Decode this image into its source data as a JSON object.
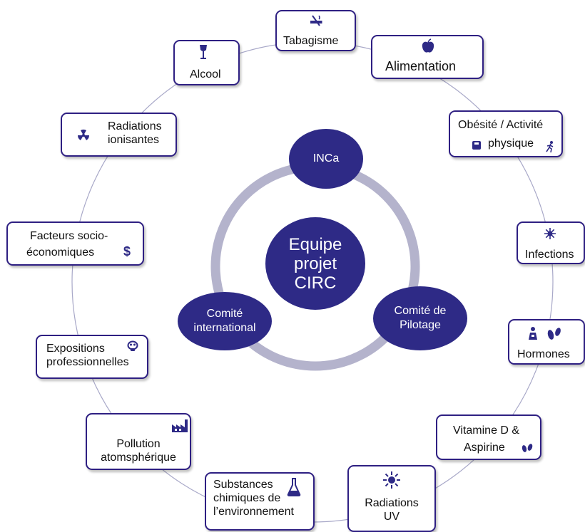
{
  "center": {
    "core": "Equipe\nprojet\nCIRC",
    "partners": {
      "inca": "INCa",
      "pilotage": "Comité de\nPilotage",
      "international": "Comité\ninternational"
    }
  },
  "factors": {
    "tabagisme": "Tabagisme",
    "alimentation": "Alimentation",
    "obesite_l1": "Obésité / Activité",
    "obesite_l2": "physique",
    "infections": "Infections",
    "hormones": "Hormones",
    "vitamine_l1": "Vitamine D &",
    "vitamine_l2": "Aspirine",
    "uv": "Radiations\nUV",
    "substances": "Substances\nchimiques de\nl’environnement",
    "pollution": "Pollution\natomsphérique",
    "expositions": "Expositions\nprofessionnelles",
    "socio_l1": "Facteurs socio-",
    "socio_l2": "économiques",
    "ionisantes": "Radiations\nionisantes",
    "alcool": "Alcool"
  },
  "icons": {
    "tabagisme": "no-smoking-icon",
    "alimentation": "apple-icon",
    "obesite_a": "scale-icon",
    "obesite_b": "running-person-icon",
    "infections": "virus-icon",
    "hormones_a": "gender-icon",
    "hormones_b": "pills-icon",
    "vitamine": "pills-icon",
    "uv": "sun-icon",
    "substances": "flask-icon",
    "pollution": "factory-icon",
    "expositions": "gas-mask-icon",
    "socio": "dollar-icon",
    "ionisantes": "radiation-icon",
    "alcool": "wine-glass-icon"
  },
  "colors": {
    "accent": "#2e2a86",
    "box_border": "#2e1f82",
    "ring": "#b4b3cc",
    "outer_circle": "#a8a8c8"
  }
}
